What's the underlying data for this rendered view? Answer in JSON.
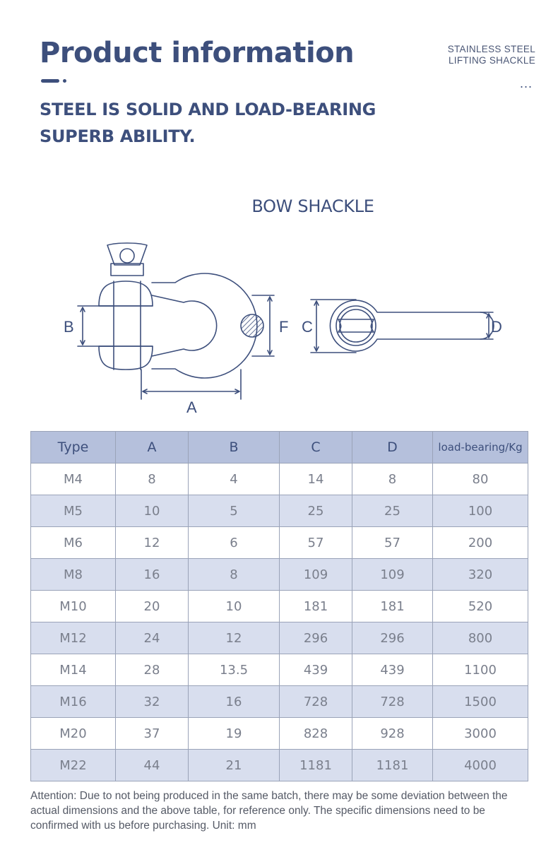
{
  "header": {
    "title": "Product information",
    "tagline_line1": "STAINLESS STEEL",
    "tagline_line2": "LIFTING SHACKLE",
    "dots": "...",
    "subtitle_line1": "STEEL IS SOLID AND LOAD-BEARING",
    "subtitle_line2": "SUPERB ABILITY."
  },
  "diagram": {
    "title": "BOW SHACKLE",
    "labels": {
      "a": "A",
      "b": "B",
      "c": "C",
      "d": "D",
      "f": "F"
    },
    "line_color": "#3d4f7c"
  },
  "table": {
    "headers": [
      "Type",
      "A",
      "B",
      "C",
      "D",
      "load-bearing/Kg"
    ],
    "rows": [
      [
        "M4",
        "8",
        "4",
        "14",
        "8",
        "80"
      ],
      [
        "M5",
        "10",
        "5",
        "25",
        "25",
        "100"
      ],
      [
        "M6",
        "12",
        "6",
        "57",
        "57",
        "200"
      ],
      [
        "M8",
        "16",
        "8",
        "109",
        "109",
        "320"
      ],
      [
        "M10",
        "20",
        "10",
        "181",
        "181",
        "520"
      ],
      [
        "M12",
        "24",
        "12",
        "296",
        "296",
        "800"
      ],
      [
        "M14",
        "28",
        "13.5",
        "439",
        "439",
        "1100"
      ],
      [
        "M16",
        "32",
        "16",
        "728",
        "728",
        "1500"
      ],
      [
        "M20",
        "37",
        "19",
        "828",
        "928",
        "3000"
      ],
      [
        "M22",
        "44",
        "21",
        "1181",
        "1181",
        "4000"
      ]
    ]
  },
  "note": "Attention: Due to not being produced in the same batch, there may be some deviation between the actual dimensions and the above table, for reference only. The specific dimensions need to be confirmed with us before purchasing. Unit: mm",
  "colors": {
    "primary": "#3d4f7c",
    "header_bg": "#b5c0dc",
    "alt_row_bg": "#d8deee"
  }
}
